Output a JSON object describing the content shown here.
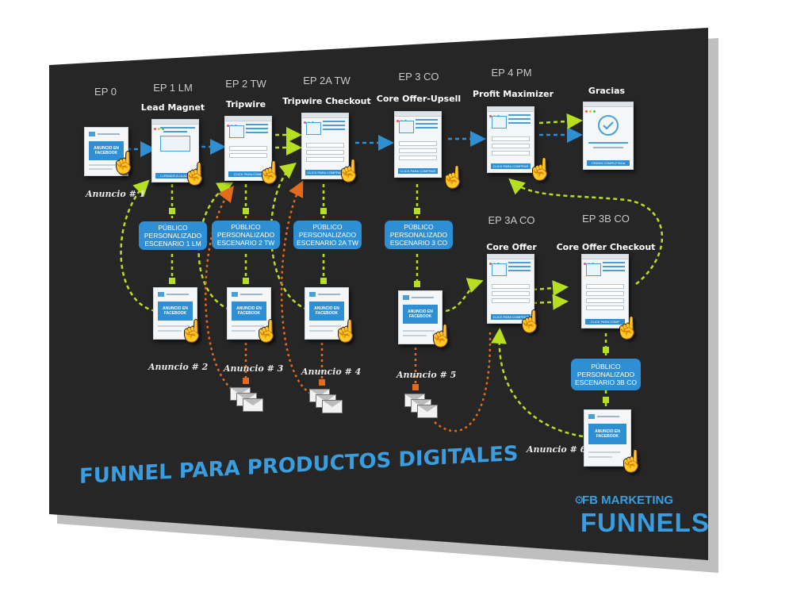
{
  "colors": {
    "poster_bg": "#262626",
    "accent_blue": "#2f8fd4",
    "title_blue": "#3a9de0",
    "green_arrow": "#b6e01f",
    "orange_arrow": "#e36a1e",
    "label_gray": "#c9c9c9"
  },
  "stages": [
    {
      "code": "EP 0"
    },
    {
      "code": "EP 1 LM",
      "title": "Lead Magnet"
    },
    {
      "code": "EP 2 TW",
      "title": "Tripwire"
    },
    {
      "code": "EP 2A TW",
      "title": "Tripwire Checkout"
    },
    {
      "code": "EP 3 CO",
      "title": "Core Offer-Upsell"
    },
    {
      "code": "EP 4 PM",
      "title": "Profit Maximizer"
    },
    {
      "code": "",
      "title": "Gracias"
    },
    {
      "code": "EP 3A CO",
      "title": "Core Offer"
    },
    {
      "code": "EP 3B CO",
      "title": "Core Offer Checkout"
    }
  ],
  "buttons": {
    "lead_magnet": "LLENADO A LA ACC",
    "buy": "CLICK PARA COMPRAR",
    "buy_short": "CLICK PARA COMP",
    "thanks": "ORDEN COMPLETADA"
  },
  "ad_text": "ANUNCIO EN FACEBOOK",
  "audiences": [
    "PÚBLICO PERSONALIZADO ESCENARIO 1 LM",
    "PÚBLICO PERSONALIZADO ESCENARIO 2 TW",
    "PÚBLICO PERSONALIZADO ESCENARIO 2A TW",
    "PÚBLICO PERSONALIZADO ESCENARIO 3 CO",
    "PÚBLICO PERSONALIZADO ESCENARIO 3B CO"
  ],
  "ads": [
    "Anuncio # 1",
    "Anuncio # 2",
    "Anuncio # 3",
    "Anuncio # 4",
    "Anuncio # 5",
    "Anuncio # 6"
  ],
  "main_title": "FUNNEL PARA PRODUCTOS DIGITALES",
  "brand": {
    "top": "FB MARKETING",
    "bottom": "FUNNELS"
  },
  "icons": {
    "hand": "pointer-hand-icon",
    "envelope": "email-envelope-icon",
    "check": "checkmark-icon",
    "gear": "gear-icon"
  }
}
